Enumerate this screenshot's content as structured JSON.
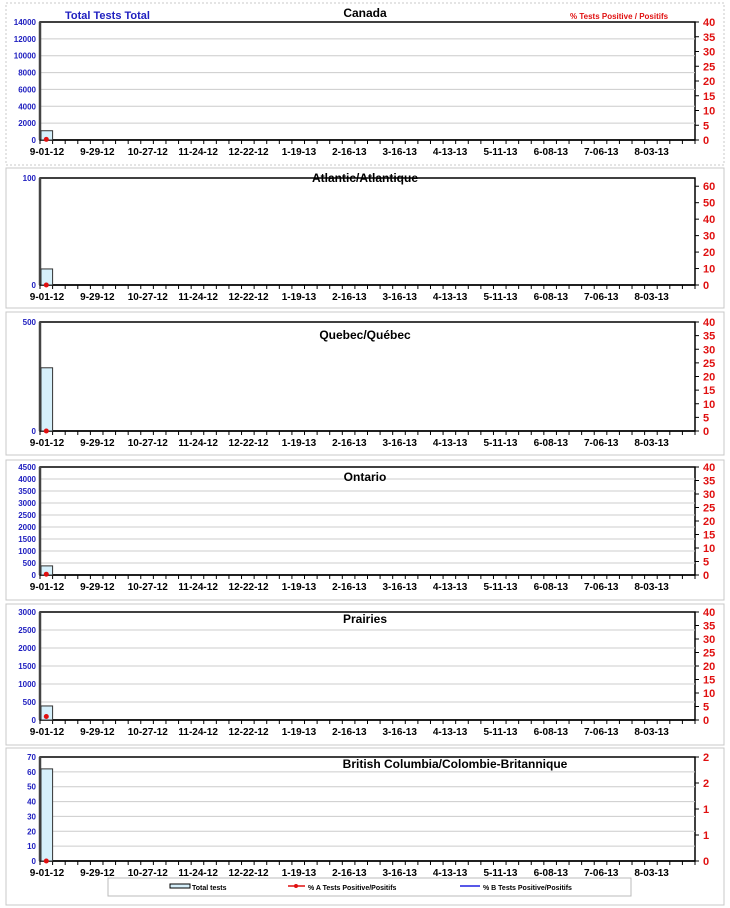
{
  "header": {
    "left_axis_title": "Total Tests Total",
    "right_axis_title": "% Tests Positive / Positifs"
  },
  "colors": {
    "left_axis": "#2020c0",
    "right_axis": "#e01010",
    "bar_fill": "#d6f0fb",
    "bar_stroke": "#333333",
    "series_a": "#e01010",
    "series_b": "#2020e0"
  },
  "chart_data": [
    {
      "type": "bar",
      "title": "Canada",
      "x_tick_labels": [
        "9-01-12",
        "9-29-12",
        "10-27-12",
        "11-24-12",
        "12-22-12",
        "1-19-13",
        "2-16-13",
        "3-16-13",
        "4-13-13",
        "5-11-13",
        "6-08-13",
        "7-06-13",
        "8-03-13"
      ],
      "ylim": [
        0,
        14000
      ],
      "y_ticks": [
        0,
        2000,
        4000,
        6000,
        8000,
        10000,
        12000,
        14000
      ],
      "y2lim": [
        0,
        40
      ],
      "y2_ticks": [
        "0",
        "5",
        "10",
        "15",
        "20",
        "25",
        "30",
        "35",
        "40"
      ],
      "series": [
        {
          "name": "Total tests",
          "values": [
            1100
          ]
        },
        {
          "name": "% A Tests Positive/Positifs",
          "values": [
            0.2
          ]
        },
        {
          "name": "% B Tests Positive/Positifs",
          "values": []
        }
      ]
    },
    {
      "type": "bar",
      "title": "Atlantic/Atlantique",
      "x_tick_labels": [
        "9-01-12",
        "9-29-12",
        "10-27-12",
        "11-24-12",
        "12-22-12",
        "1-19-13",
        "2-16-13",
        "3-16-13",
        "4-13-13",
        "5-11-13",
        "6-08-13",
        "7-06-13",
        "8-03-13"
      ],
      "ylim": [
        0,
        100
      ],
      "y_ticks": [
        0,
        100
      ],
      "y2lim": [
        0,
        65
      ],
      "y2_ticks": [
        "0",
        "10",
        "20",
        "30",
        "40",
        "50",
        "60"
      ],
      "series": [
        {
          "name": "Total tests",
          "values": [
            15
          ]
        },
        {
          "name": "% A Tests Positive/Positifs",
          "values": [
            0
          ]
        },
        {
          "name": "% B Tests Positive/Positifs",
          "values": []
        }
      ]
    },
    {
      "type": "bar",
      "title": "Quebec/Québec",
      "x_tick_labels": [
        "9-01-12",
        "9-29-12",
        "10-27-12",
        "11-24-12",
        "12-22-12",
        "1-19-13",
        "2-16-13",
        "3-16-13",
        "4-13-13",
        "5-11-13",
        "6-08-13",
        "7-06-13",
        "8-03-13"
      ],
      "ylim": [
        0,
        500
      ],
      "y_ticks": [
        0,
        500
      ],
      "y2lim": [
        0,
        40
      ],
      "y2_ticks": [
        "0",
        "5",
        "10",
        "15",
        "20",
        "25",
        "30",
        "35",
        "40"
      ],
      "series": [
        {
          "name": "Total tests",
          "values": [
            290
          ]
        },
        {
          "name": "% A Tests Positive/Positifs",
          "values": [
            0
          ]
        },
        {
          "name": "% B Tests Positive/Positifs",
          "values": []
        }
      ]
    },
    {
      "type": "bar",
      "title": "Ontario",
      "x_tick_labels": [
        "9-01-12",
        "9-29-12",
        "10-27-12",
        "11-24-12",
        "12-22-12",
        "1-19-13",
        "2-16-13",
        "3-16-13",
        "4-13-13",
        "5-11-13",
        "6-08-13",
        "7-06-13",
        "8-03-13"
      ],
      "ylim": [
        0,
        4500
      ],
      "y_ticks": [
        0,
        500,
        1000,
        1500,
        2000,
        2500,
        3000,
        3500,
        4000,
        4500
      ],
      "y2lim": [
        0,
        40
      ],
      "y2_ticks": [
        "0",
        "5",
        "10",
        "15",
        "20",
        "25",
        "30",
        "35",
        "40"
      ],
      "series": [
        {
          "name": "Total tests",
          "values": [
            380
          ]
        },
        {
          "name": "% A Tests Positive/Positifs",
          "values": [
            0.3
          ]
        },
        {
          "name": "% B Tests Positive/Positifs",
          "values": []
        }
      ]
    },
    {
      "type": "bar",
      "title": "Prairies",
      "x_tick_labels": [
        "9-01-12",
        "9-29-12",
        "10-27-12",
        "11-24-12",
        "12-22-12",
        "1-19-13",
        "2-16-13",
        "3-16-13",
        "4-13-13",
        "5-11-13",
        "6-08-13",
        "7-06-13",
        "8-03-13"
      ],
      "ylim": [
        0,
        3000
      ],
      "y_ticks": [
        0,
        500,
        1000,
        1500,
        2000,
        2500,
        3000
      ],
      "y2lim": [
        0,
        40
      ],
      "y2_ticks": [
        "0",
        "5",
        "10",
        "15",
        "20",
        "25",
        "30",
        "35",
        "40"
      ],
      "series": [
        {
          "name": "Total tests",
          "values": [
            390
          ]
        },
        {
          "name": "% A Tests Positive/Positifs",
          "values": [
            1.3
          ]
        },
        {
          "name": "% B Tests Positive/Positifs",
          "values": []
        }
      ]
    },
    {
      "type": "bar",
      "title": "British Columbia/Colombie-Britannique",
      "x_tick_labels": [
        "9-01-12",
        "9-29-12",
        "10-27-12",
        "11-24-12",
        "12-22-12",
        "1-19-13",
        "2-16-13",
        "3-16-13",
        "4-13-13",
        "5-11-13",
        "6-08-13",
        "7-06-13",
        "8-03-13"
      ],
      "ylim": [
        0,
        70
      ],
      "y_ticks": [
        0,
        10,
        20,
        30,
        40,
        50,
        60,
        70
      ],
      "y2lim": [
        0,
        2.5
      ],
      "y2_ticks": [
        "0",
        "1",
        "1",
        "2",
        "2"
      ],
      "series": [
        {
          "name": "Total tests",
          "values": [
            62
          ]
        },
        {
          "name": "% A Tests Positive/Positifs",
          "values": [
            0
          ]
        },
        {
          "name": "% B Tests Positive/Positifs",
          "values": []
        }
      ]
    }
  ],
  "legend": {
    "items": [
      "Total tests",
      "% A Tests Positive/Positifs",
      "% B Tests Positive/Positifs"
    ]
  }
}
